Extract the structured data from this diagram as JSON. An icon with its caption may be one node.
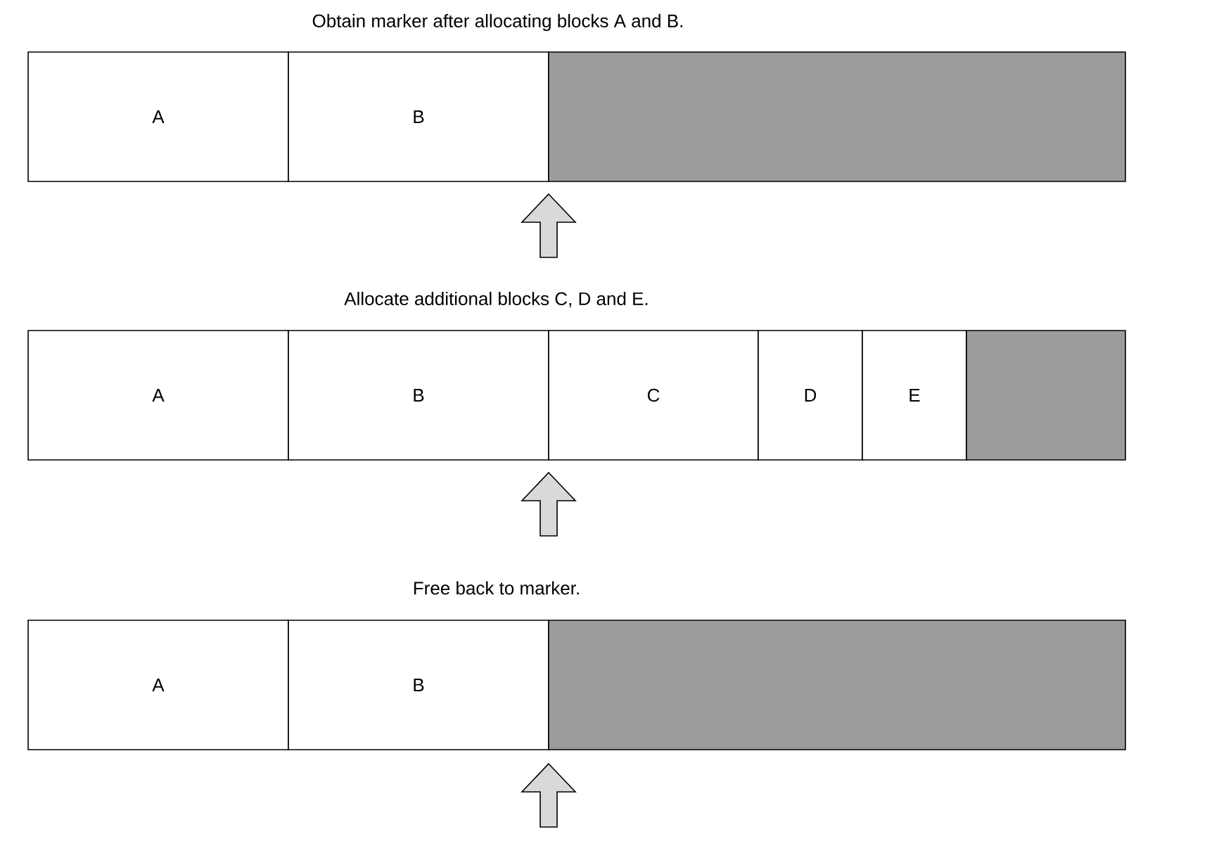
{
  "diagram": {
    "nodes": [
      {
        "text": [
          "A"
        ]
      },
      {
        "text": [
          "B"
        ]
      },
      {
        "text": [],
        "shape": "box"
      },
      {
        "text": [
          "A"
        ]
      },
      {
        "text": [
          "B"
        ]
      },
      {
        "text": [
          "C"
        ]
      },
      {
        "text": [
          "D"
        ]
      },
      {
        "text": [
          "E"
        ]
      },
      {
        "text": [],
        "shape": "box"
      },
      {
        "text": [
          "A"
        ]
      },
      {
        "text": [
          "B"
        ]
      },
      {
        "text": [],
        "shape": "box"
      }
    ],
    "edges": [],
    "labels": [
      "Obtain marker after allocating blocks A and B.",
      "Allocate additional blocks C, D and E.",
      "Free back to marker."
    ]
  }
}
